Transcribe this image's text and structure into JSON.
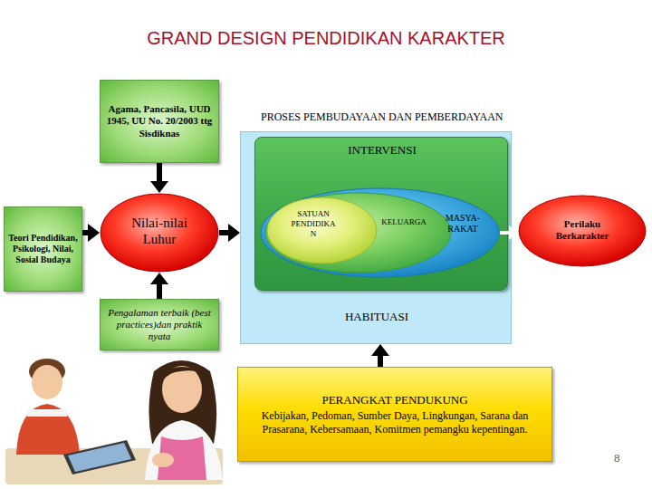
{
  "diagram": {
    "title": "GRAND DESIGN PENDIDIKAN KARAKTER",
    "nodes": [
      {
        "text": [
          "Agama, Pancasila, UUD 1945, UU No. 20/2003 ttg Sisdiknas"
        ]
      },
      {
        "text": [
          "Teori Pendidikan, Psikologi, Nilai, Sosial Budaya"
        ]
      },
      {
        "text": [
          "Nilai-nilai Luhur"
        ]
      },
      {
        "text": [
          "Pengalaman terbaik (best practices)dan praktik nyata"
        ]
      },
      {
        "text": [
          "PROSES PEMBUDAYAAN DAN PEMBERDAYAAN",
          "HABITUASI"
        ]
      },
      {
        "text": [
          "INTERVENSI"
        ],
        "in": 4
      },
      {
        "text": [
          "MASYA- RAKAT"
        ],
        "in": 5
      },
      {
        "text": [
          "KELUARGA"
        ],
        "in": 6
      },
      {
        "text": [
          "SATUAN PENDIDIKA N"
        ],
        "in": 7
      },
      {
        "text": [
          "Perilaku Berkarakter"
        ]
      },
      {
        "text": [
          "PERANGKAT PENDUKUNG",
          "Kebijakan, Pedoman, Sumber Daya, Lingkungan, Sarana dan Prasarana, Kebersamaan, Komitmen pemangku kepentingan."
        ]
      }
    ],
    "edges": [
      {
        "from": 0,
        "to": 2,
        "arrow": "to"
      },
      {
        "from": 1,
        "to": 2,
        "arrow": "to"
      },
      {
        "from": 3,
        "to": 2,
        "arrow": "to"
      },
      {
        "from": 2,
        "to": 4,
        "arrow": "to"
      },
      {
        "from": 10,
        "to": 4,
        "arrow": "to"
      },
      {
        "from": 6,
        "to": 9,
        "arrow": "to"
      }
    ],
    "labels": [
      "8"
    ]
  }
}
